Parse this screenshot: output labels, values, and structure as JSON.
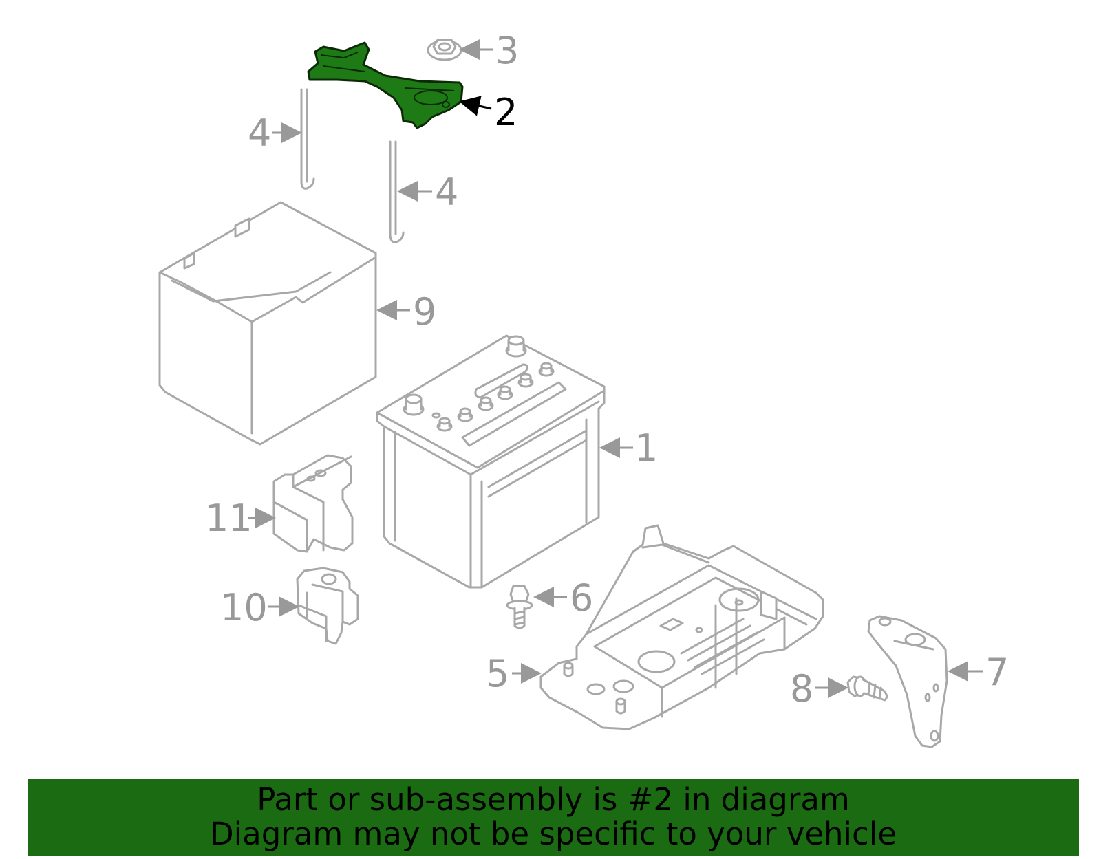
{
  "colors": {
    "highlight_part": "#1e7a14",
    "banner_bg": "#1a6b12",
    "line_gray": "#a8a8a8",
    "label_gray": "#999999"
  },
  "callouts": {
    "c1": "1",
    "c2": "2",
    "c3": "3",
    "c4a": "4",
    "c4b": "4",
    "c5": "5",
    "c6": "6",
    "c7": "7",
    "c8": "8",
    "c9": "9",
    "c10": "10",
    "c11": "11"
  },
  "highlighted_part": "2",
  "banner": {
    "line1": "Part or sub-assembly is #2 in diagram",
    "line2": "Diagram may not be specific to your vehicle"
  }
}
